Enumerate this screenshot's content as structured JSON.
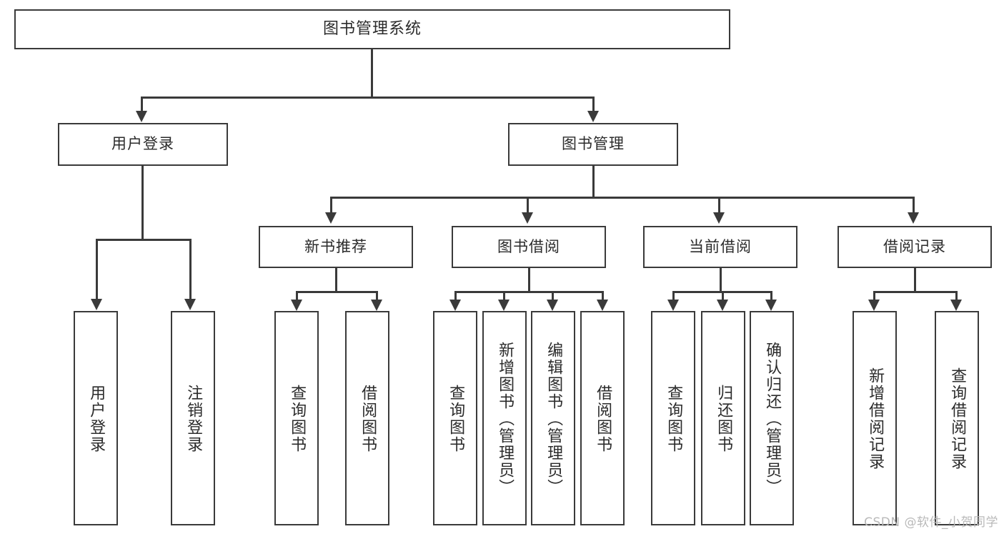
{
  "diagram": {
    "type": "tree-hierarchy",
    "title": "图书管理系统",
    "root": {
      "label": "图书管理系统"
    },
    "level2": [
      {
        "label": "用户登录"
      },
      {
        "label": "图书管理"
      }
    ],
    "level3": [
      {
        "label": "新书推荐"
      },
      {
        "label": "图书借阅"
      },
      {
        "label": "当前借阅"
      },
      {
        "label": "借阅记录"
      }
    ],
    "leaves": {
      "user_login": [
        {
          "label": "用户登录"
        },
        {
          "label": "注销登录"
        }
      ],
      "new_book_recommend": [
        {
          "label": "查询图书"
        },
        {
          "label": "借阅图书"
        }
      ],
      "book_borrow": [
        {
          "label": "查询图书"
        },
        {
          "label": "新增图书（管理员）"
        },
        {
          "label": "编辑图书（管理员）"
        },
        {
          "label": "借阅图书"
        }
      ],
      "current_borrow": [
        {
          "label": "查询图书"
        },
        {
          "label": "归还图书"
        },
        {
          "label": "确认归还（管理员）"
        }
      ],
      "borrow_record": [
        {
          "label": "新增借阅记录"
        },
        {
          "label": "查询借阅记录"
        }
      ]
    }
  },
  "watermark": {
    "text": "CSDN @软件_小贺同学"
  },
  "colors": {
    "stroke": "#3a3a3a",
    "text": "#2b2b2b",
    "background": "#ffffff",
    "watermark": "#b9b9b9"
  }
}
